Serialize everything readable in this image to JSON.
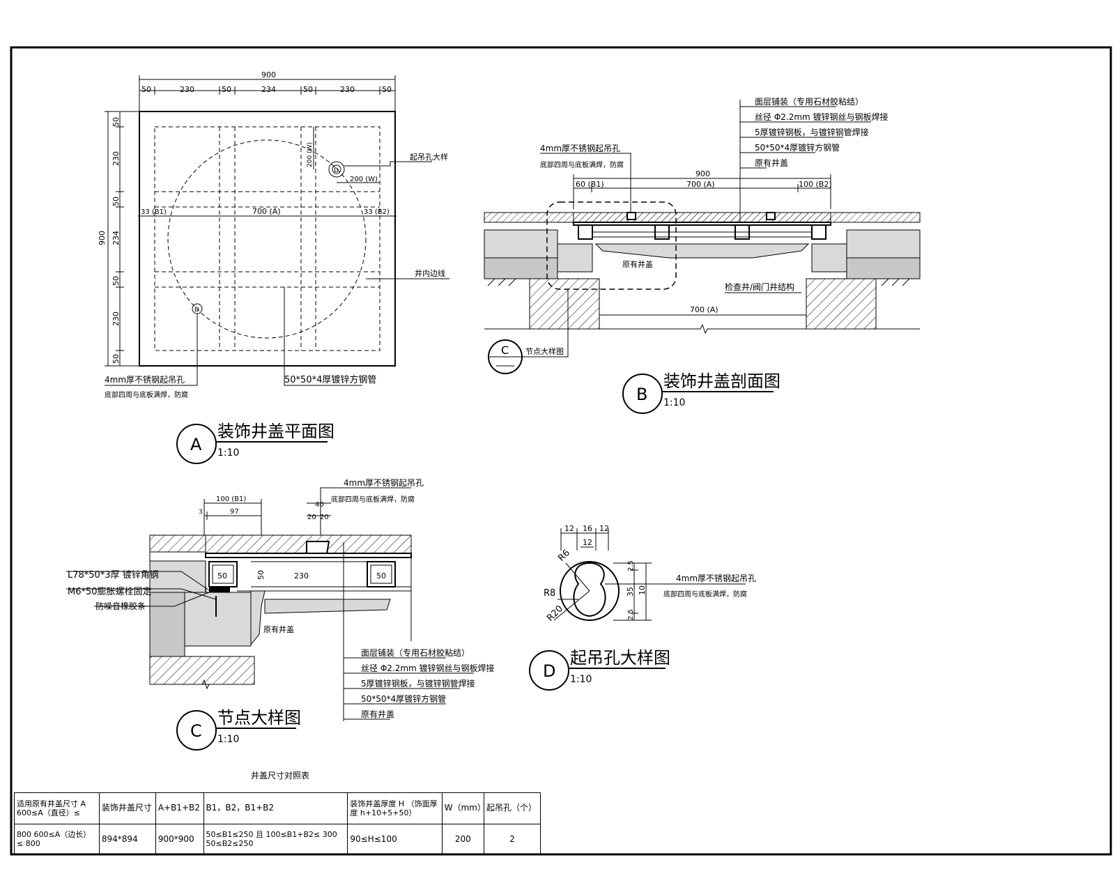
{
  "plan_view": {
    "overall_width": "900",
    "top_segments": [
      "50",
      "230",
      "50",
      "234",
      "50",
      "230",
      "50"
    ],
    "left_overall": "900",
    "left_segments": [
      "50",
      "230",
      "50",
      "234",
      "50",
      "230",
      "50"
    ],
    "hole_dim_v": "200 (W)",
    "hole_dim_h": "200 (W)",
    "b1_label": "33 (B1)",
    "a_label": "700 (A)",
    "b2_label": "33 (B2)",
    "callout_hook": "起吊孔大样",
    "callout_edge": "井内边线",
    "callout_hole_1": "4mm厚不锈钢起吊孔",
    "callout_hole_2": "底部四周与底板满焊，防腐",
    "callout_pipe": "50*50*4厚镀锌方钢管",
    "hole_mark": "D",
    "title_letter": "A",
    "title": "装饰井盖平面图",
    "scale": "1:10"
  },
  "section_view": {
    "callouts_right": [
      "面层铺装（专用石材胶粘结）",
      "丝径 Φ2.2mm 镀锌钢丝与钢板焊接",
      "5厚镀锌钢板，与镀锌钢管焊接",
      "50*50*4厚镀锌方钢管",
      "原有井盖"
    ],
    "callout_hole_1": "4mm厚不锈钢起吊孔",
    "callout_hole_2": "底部四周与底板满焊，防腐",
    "overall": "900",
    "b1": "60 (B1)",
    "a": "700 (A)",
    "b2": "100 (B2)",
    "original_cover": "原有井盖",
    "well_structure": "检查井/阀门井结构",
    "a_bottom": "700 (A)",
    "detail_ref": "节点大样图",
    "detail_letter": "C",
    "title_letter": "B",
    "title": "装饰井盖剖面图",
    "scale": "1:10"
  },
  "detail_c": {
    "top_dim_1": "100 (B1)",
    "top_dim_2": "97",
    "top_dim_3": "3",
    "hole_dim_1": "40",
    "hole_dim_2": "20",
    "hole_dim_3": "20",
    "callout_hole_1": "4mm厚不锈钢起吊孔",
    "callout_hole_2": "底部四周与底板满焊，防腐",
    "left_1": "L78*50*3厚 镀锌角钢",
    "left_2": "M6*50膨胀螺栓固定",
    "left_3": "防噪音橡胶条",
    "box_a": "50",
    "box_b": "50",
    "box_c": "230",
    "box_d": "50",
    "original_cover": "原有井盖",
    "callouts_right": [
      "面层铺装（专用石材胶粘结）",
      "丝径 Φ2.2mm 镀锌钢丝与钢板焊接",
      "5厚镀锌钢板，与镀锌钢管焊接",
      "50*50*4厚镀锌方钢管",
      "原有井盖"
    ],
    "title_letter": "C",
    "title": "节点大样图",
    "scale": "1:10"
  },
  "detail_d": {
    "dim_1": "12",
    "dim_2": "16",
    "dim_3": "12",
    "dim_4": "12",
    "r1": "R6",
    "r2": "R8",
    "r3": "R20",
    "v1": "2.5",
    "v2": "35",
    "v3": "10",
    "v4": "2.5",
    "callout_1": "4mm厚不锈钢起吊孔",
    "callout_2": "底部四周与底板满焊，防腐",
    "title_letter": "D",
    "title": "起吊孔大样图",
    "scale": "1:10"
  },
  "schedule": {
    "title": "井盖尺寸对照表",
    "headers": [
      "适用原有井盖尺寸 A 600≤A（直径）≤",
      "装饰井盖尺寸",
      "A+B1+B2",
      "B1，B2，B1+B2",
      "装饰井盖厚度 H （饰面厚度 h+10+5+50）",
      "W（mm）",
      "起吊孔（个）"
    ],
    "row": [
      "800 600≤A（边长）≤ 800",
      "894*894",
      "900*900",
      "50≤B1≤250 且 100≤B1+B2≤ 300 50≤B2≤250",
      "90≤H≤100",
      "200",
      "2"
    ]
  }
}
